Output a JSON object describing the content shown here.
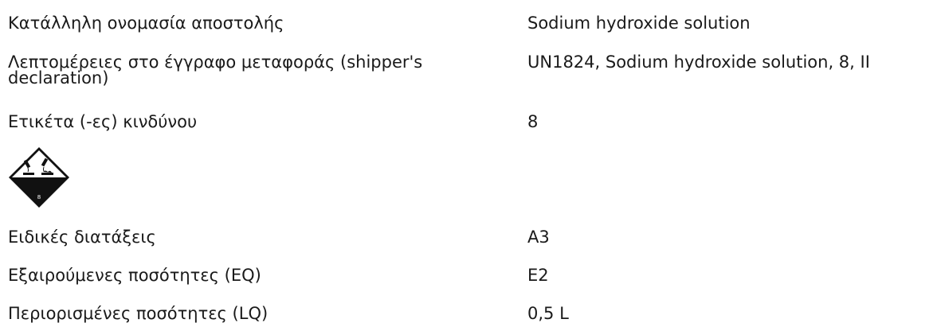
{
  "rows": [
    {
      "label": "Κατάλληλη ονομασία αποστολής",
      "value": "Sodium hydroxide solution"
    },
    {
      "label": "Λεπτομέρειες στο έγγραφο μεταφοράς (shipper's declaration)",
      "value": "UN1824, Sodium hydroxide solution, 8, II"
    },
    {
      "label": "Ετικέτα (-ες) κινδύνου",
      "value": "8"
    },
    {
      "label": "Ειδικές διατάξεις",
      "value": "A3"
    },
    {
      "label": "Εξαιρούμενες ποσότητες (EQ)",
      "value": "E2"
    },
    {
      "label": "Περιορισμένες ποσότητες (LQ)",
      "value": "0,5 L"
    }
  ],
  "hazard_label": {
    "icon": "corrosive-class-8-pictogram-icon",
    "class_number": "8"
  }
}
